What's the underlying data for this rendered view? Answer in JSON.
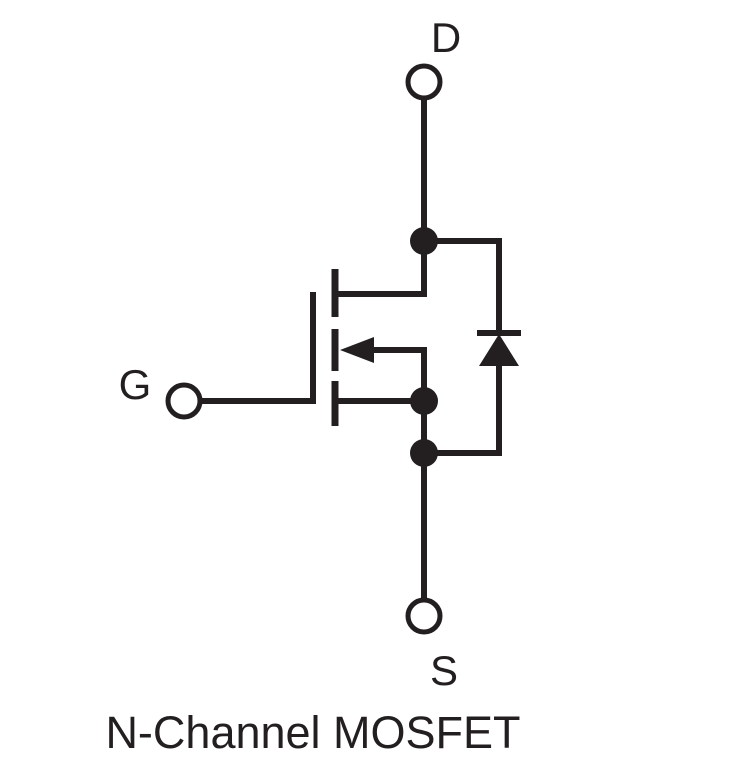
{
  "diagram": {
    "title": "N-Channel MOSFET",
    "terminals": {
      "drain": "D",
      "gate": "G",
      "source": "S"
    },
    "colors": {
      "line": "#231f20",
      "background": "#ffffff"
    }
  }
}
